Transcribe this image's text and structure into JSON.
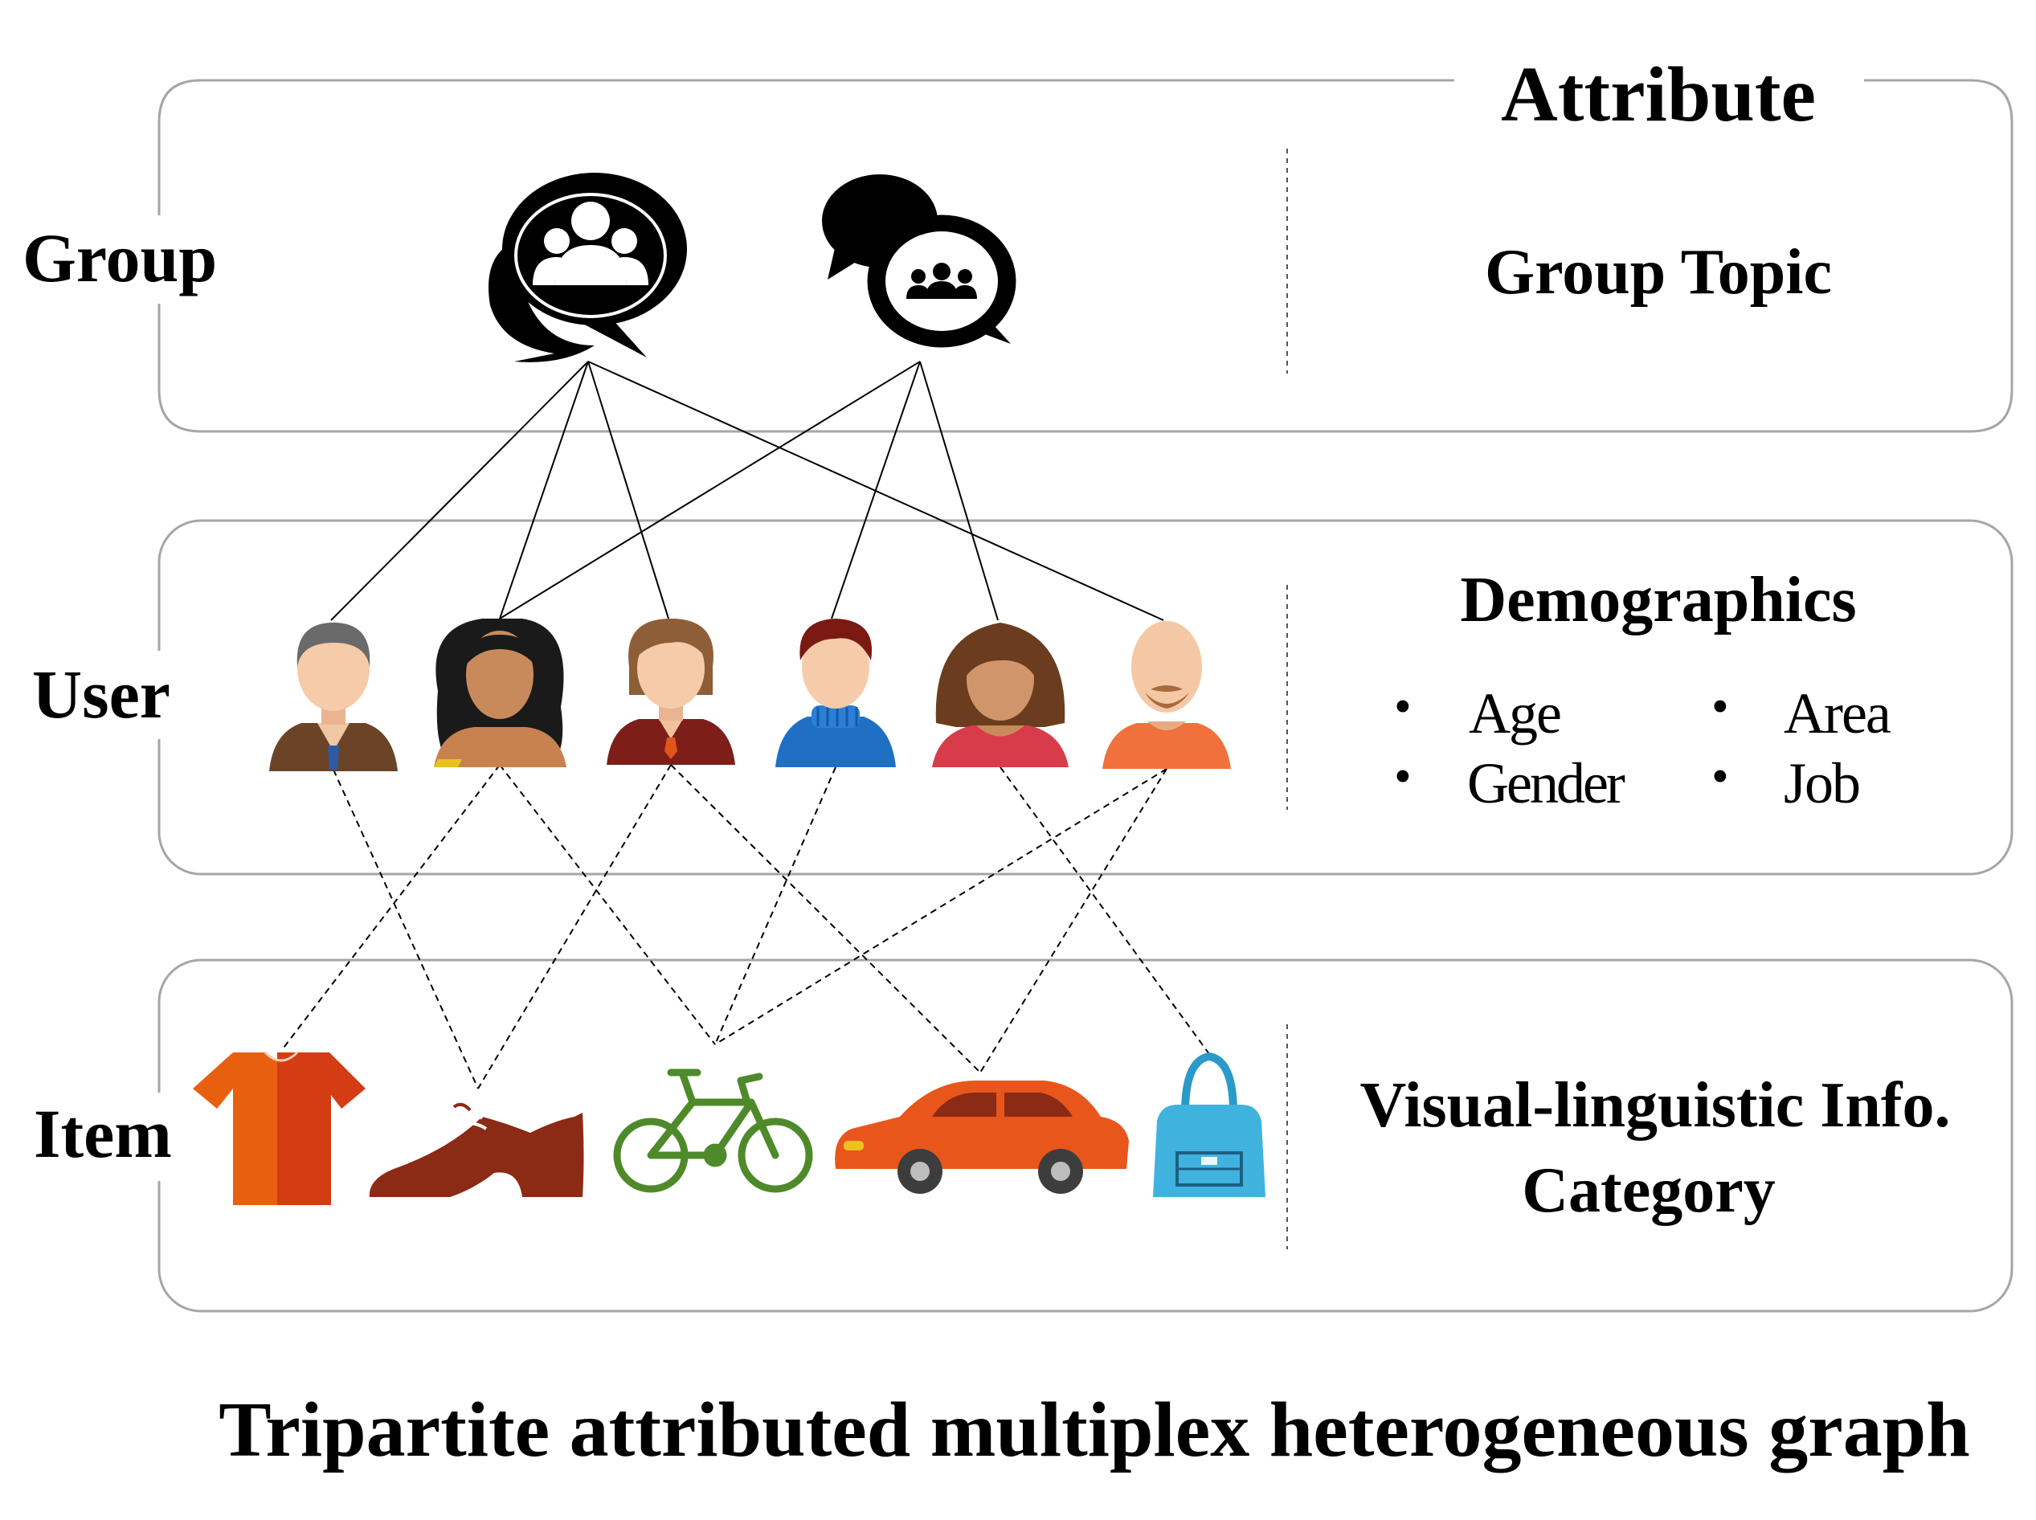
{
  "attribute_heading": "Attribute",
  "layers": {
    "group": {
      "label": "Group",
      "attribute": "Group Topic"
    },
    "user": {
      "label": "User",
      "attribute": "Demographics",
      "bullets": [
        "Age",
        "Area",
        "Gender",
        "Job"
      ]
    },
    "item": {
      "label": "Item",
      "attribute_line1": "Visual-linguistic Info.",
      "attribute_line2": "Category"
    }
  },
  "bullet_glyph": "•",
  "caption": "Tripartite attributed multiplex heterogeneous graph",
  "nodes": {
    "groups": [
      "group-chat-icon",
      "group-discussion-icon"
    ],
    "users": [
      "user-man-suit-icon",
      "user-woman-curly-icon",
      "user-man-redshirt-icon",
      "user-man-sweater-icon",
      "user-woman-bob-icon",
      "user-man-bald-icon"
    ],
    "items": [
      "tshirt-icon",
      "shoe-icon",
      "bicycle-icon",
      "car-icon",
      "handbag-icon"
    ]
  },
  "edges": {
    "group_user": [
      [
        0,
        0
      ],
      [
        0,
        1
      ],
      [
        0,
        2
      ],
      [
        0,
        5
      ],
      [
        1,
        1
      ],
      [
        1,
        3
      ],
      [
        1,
        4
      ]
    ],
    "user_item": [
      [
        0,
        1
      ],
      [
        1,
        0
      ],
      [
        1,
        2
      ],
      [
        2,
        1
      ],
      [
        2,
        3
      ],
      [
        3,
        2
      ],
      [
        4,
        4
      ],
      [
        5,
        2
      ],
      [
        5,
        3
      ]
    ]
  },
  "colors": {
    "box_border": "#a6a6a6",
    "tshirt_left": "#e8600f",
    "tshirt_right": "#d43c14",
    "shoe": "#8b2a15",
    "bicycle": "#4e8a2a",
    "car": "#e9561b",
    "handbag": "#3fb3dd"
  }
}
